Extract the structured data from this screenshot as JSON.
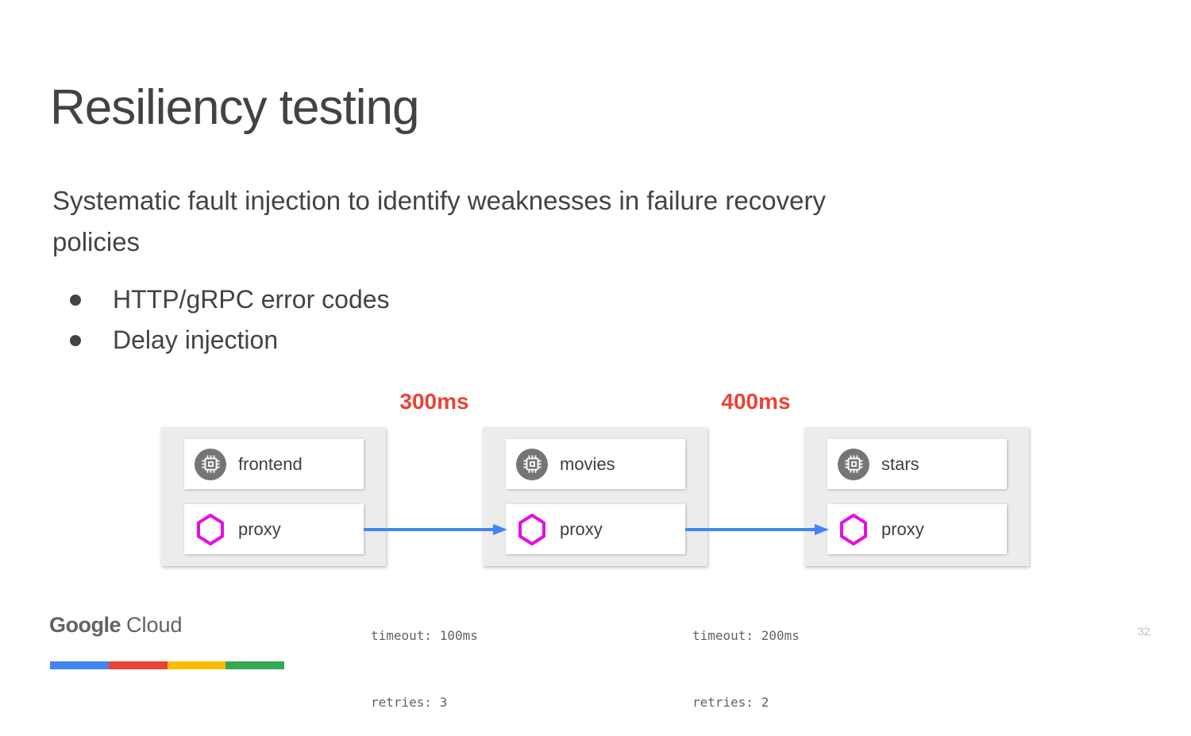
{
  "slide": {
    "title": "Resiliency testing",
    "subtitle": "Systematic fault injection to identify weaknesses in failure recovery policies",
    "bullets": [
      "HTTP/gRPC error codes",
      "Delay injection"
    ],
    "page_number": "32"
  },
  "diagram": {
    "latency_labels": [
      "300ms",
      "400ms"
    ],
    "services": [
      {
        "app": "frontend",
        "sidecar": "proxy",
        "app_icon": "chip-icon",
        "sidecar_icon": "hexagon-icon"
      },
      {
        "app": "movies",
        "sidecar": "proxy",
        "app_icon": "chip-icon",
        "sidecar_icon": "hexagon-icon"
      },
      {
        "app": "stars",
        "sidecar": "proxy",
        "app_icon": "chip-icon",
        "sidecar_icon": "hexagon-icon"
      }
    ],
    "edges": [
      {
        "timeout": "timeout: 100ms",
        "retries": "retries: 3"
      },
      {
        "timeout": "timeout: 200ms",
        "retries": "retries: 2"
      }
    ],
    "colors": {
      "latency_text": "#EA4335",
      "arrow": "#4285F4",
      "proxy_hexagon": "#E40FE4",
      "app_icon_background": "#757575",
      "group_background": "#ECECEC"
    }
  },
  "footer": {
    "logo": {
      "google": "Google",
      "cloud": "Cloud"
    },
    "bar_colors": [
      "#4285F4",
      "#EA4335",
      "#FBBC04",
      "#34A853"
    ]
  }
}
